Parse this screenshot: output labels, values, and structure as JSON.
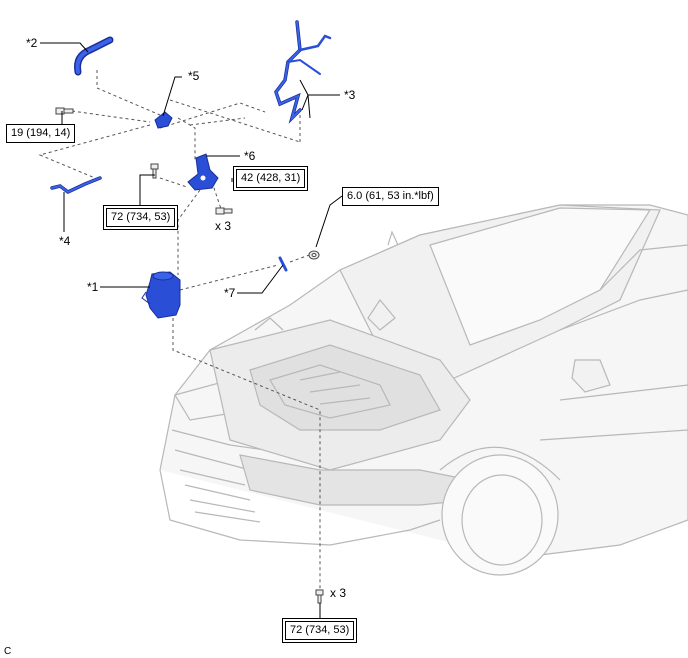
{
  "callouts": {
    "c1": "*1",
    "c2": "*2",
    "c3": "*3",
    "c4": "*4",
    "c5": "*5",
    "c6": "*6",
    "c7": "*7"
  },
  "torques": {
    "t_19": "19 (194, 14)",
    "t_72_top": "72 (734, 53)",
    "t_42": "42 (428, 31)",
    "t_6": "6.0 (61, 53 in.*lbf)",
    "t_72_bottom": "72 (734, 53)"
  },
  "quantities": {
    "q_bolt_42": "x 3",
    "q_bolt_bottom": "x 3"
  },
  "figure_code": "C",
  "colors": {
    "part_blue": "#2a4fd6",
    "part_blue_dark": "#1a2f9a",
    "car_line": "#b8b8b8",
    "car_fill": "#f4f4f4",
    "engine_fill": "#dedede"
  }
}
